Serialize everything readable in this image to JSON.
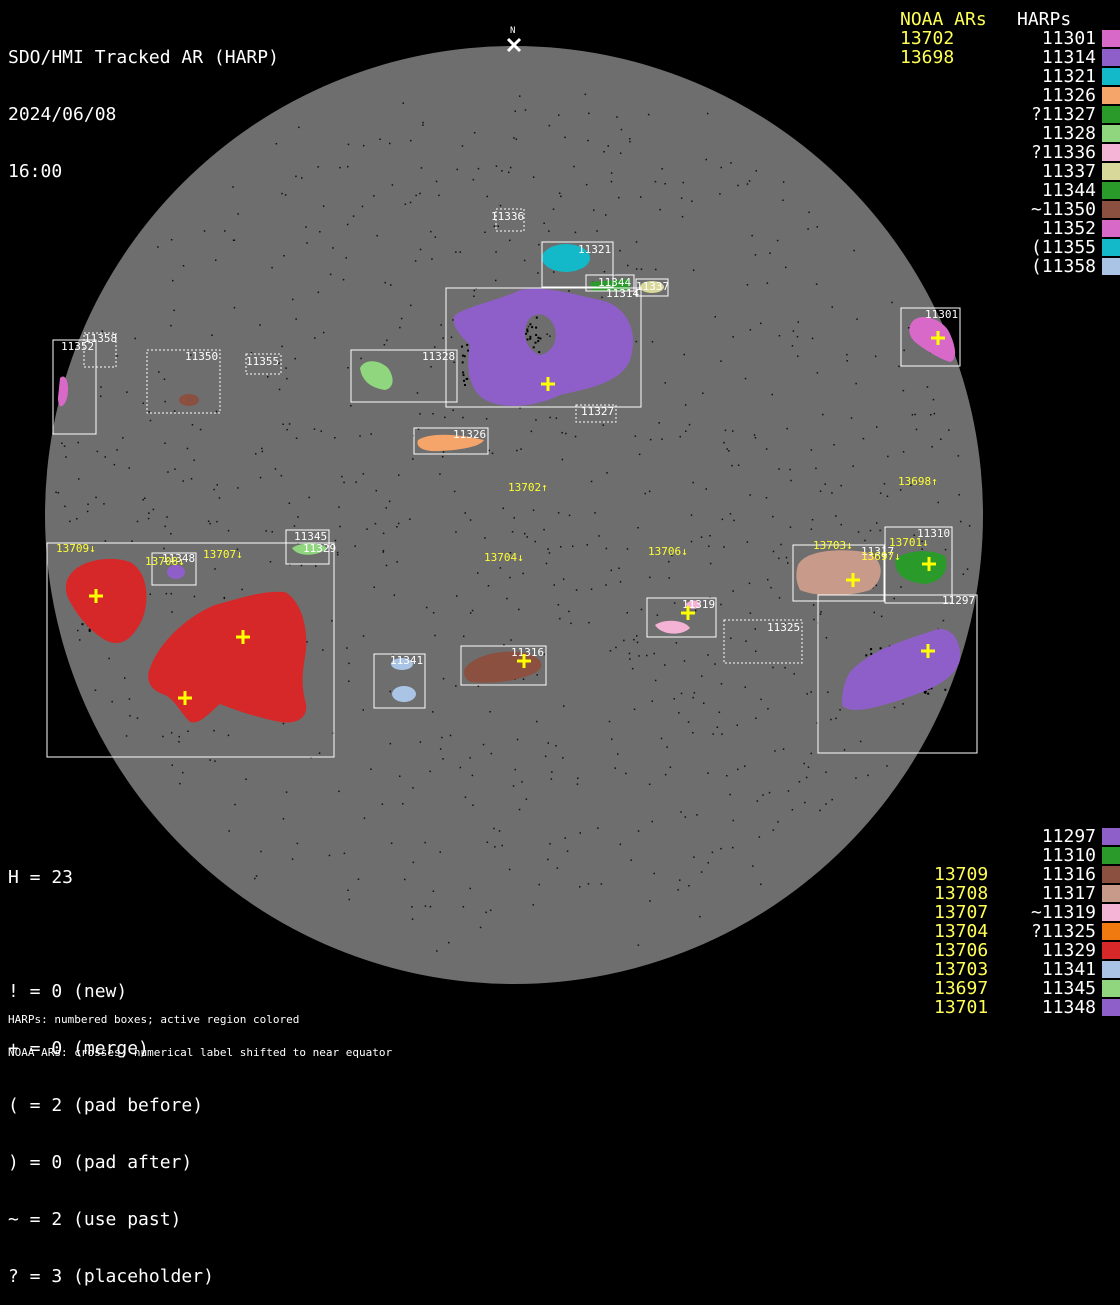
{
  "header": {
    "title": "SDO/HMI Tracked AR (HARP)",
    "date": "2024/06/08",
    "time": "16:00"
  },
  "north_label": "N",
  "noaa_header": "NOAA ARs",
  "noaa_top": [
    "13702",
    "13698"
  ],
  "harps_header": "HARPs",
  "harps_top": [
    {
      "label": "11301",
      "color": "#d969c8"
    },
    {
      "label": "11314",
      "color": "#8f5fc9"
    },
    {
      "label": "11321",
      "color": "#13b9c8"
    },
    {
      "label": "11326",
      "color": "#f5a46a"
    },
    {
      "label": "?11327",
      "color": "#2a9a2a"
    },
    {
      "label": "11328",
      "color": "#8fd67e"
    },
    {
      "label": "?11336",
      "color": "#f4b2d4"
    },
    {
      "label": "11337",
      "color": "#d8d89a"
    },
    {
      "label": "11344",
      "color": "#2a9a2a"
    },
    {
      "label": "~11350",
      "color": "#8b5040"
    },
    {
      "label": "11352",
      "color": "#d969c8"
    },
    {
      "label": "(11355",
      "color": "#13b9c8"
    },
    {
      "label": "(11358",
      "color": "#aac4e6"
    }
  ],
  "stats": {
    "h": "H = 23",
    "lines": [
      "! = 0 (new)",
      "+ = 0 (merge)",
      "( = 2 (pad before)",
      ") = 0 (pad after)",
      "~ = 2 (use past)",
      "? = 3 (placeholder)"
    ]
  },
  "notes": [
    "HARPs: numbered boxes; active region colored",
    "NOAA ARs: crosses; numerical label shifted to near equator"
  ],
  "noaa_bottom": [
    "13709",
    "13708",
    "13707",
    "13704",
    "13706",
    "13703",
    "13697",
    "13701"
  ],
  "harps_bottom": [
    {
      "label": "11297",
      "color": "#8f5fc9"
    },
    {
      "label": "11310",
      "color": "#2a9a2a"
    },
    {
      "label": "11316",
      "color": "#8b5040"
    },
    {
      "label": "11317",
      "color": "#c89a8a"
    },
    {
      "label": "~11319",
      "color": "#f4b2d4"
    },
    {
      "label": "?11325",
      "color": "#f07a10"
    },
    {
      "label": "11329",
      "color": "#d62828"
    },
    {
      "label": "11341",
      "color": "#aac4e6"
    },
    {
      "label": "11345",
      "color": "#8fd67e"
    },
    {
      "label": "11348",
      "color": "#8f5fc9"
    }
  ],
  "disk": {
    "box_labels": {
      "b11336": "11336",
      "b11321": "11321",
      "b11344": "11344",
      "b11314": "11314",
      "b11337": "11337",
      "b11301": "11301",
      "b11352": "11352",
      "b11358": "11358",
      "b11350": "11350",
      "b11355": "11355",
      "b11328": "11328",
      "b11327": "11327",
      "b11326": "11326",
      "b11345": "11345",
      "b11329": "11329",
      "b11348": "11348",
      "b11310": "11310",
      "b11317": "11317",
      "b11297": "11297",
      "b11319": "11319",
      "b11325": "11325",
      "b11341": "11341",
      "b11316": "11316"
    },
    "noaa_labels": {
      "n13702": "13702↑",
      "n13698": "13698↑",
      "n13709": "13709↓",
      "n13708": "13708↓",
      "n13707": "13707↓",
      "n13704": "13704↓",
      "n13706": "13706↓",
      "n13703": "13703↓",
      "n13701": "13701↓",
      "n13697": "13697↓"
    }
  }
}
